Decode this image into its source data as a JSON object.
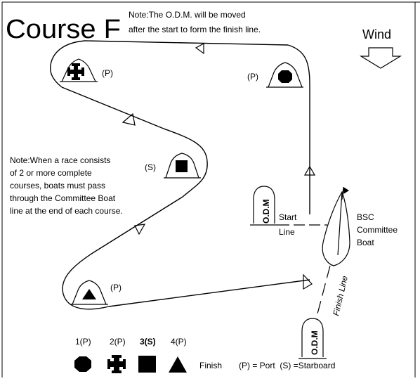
{
  "title": "Course F",
  "note_odm": [
    "Note:The O.D.M. will be moved",
    "after the start to form the finish line."
  ],
  "wind_label": "Wind",
  "note_race": [
    "Note:When a race consists",
    "of 2 or more complete",
    "courses, boats must pass",
    "through the Committee Boat",
    "line at the end of each course."
  ],
  "marks": {
    "mark2_label": "(P)",
    "mark1_label": "(P)",
    "mark3_label": "(S)",
    "mark4_label": "(P)"
  },
  "odm_label": "O.D.M",
  "start_line_label": [
    "Start",
    "Line"
  ],
  "committee_boat_label": [
    "BSC",
    "Committee",
    "Boat"
  ],
  "finish_line_label": "Finish Line",
  "legend": {
    "items": [
      {
        "label": "1(P)",
        "icon": "circle-icon"
      },
      {
        "label": "2(P)",
        "icon": "cross-icon"
      },
      {
        "label": "3(S)",
        "icon": "square-icon"
      },
      {
        "label": "4(P)",
        "icon": "triangle-icon"
      }
    ],
    "finish_label": "Finish",
    "key_text": "(P) = Port  (S) =Starboard"
  }
}
